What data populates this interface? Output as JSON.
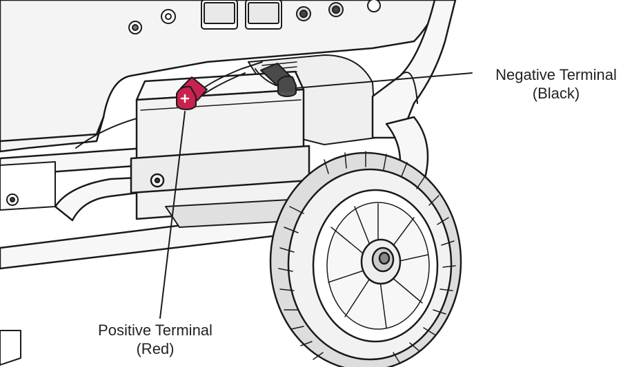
{
  "callouts": {
    "negative": {
      "line1": "Negative Terminal",
      "line2": "(Black)"
    },
    "positive": {
      "line1": "Positive Terminal",
      "line2": "(Red)"
    }
  },
  "colors": {
    "outline": "#1a1a1a",
    "panel": "#f4f4f4",
    "battery_fill": "#f2f2f2",
    "positive_cap": "#c8224f",
    "negative_cap": "#4a4a4a",
    "tire": "#dddddd"
  }
}
